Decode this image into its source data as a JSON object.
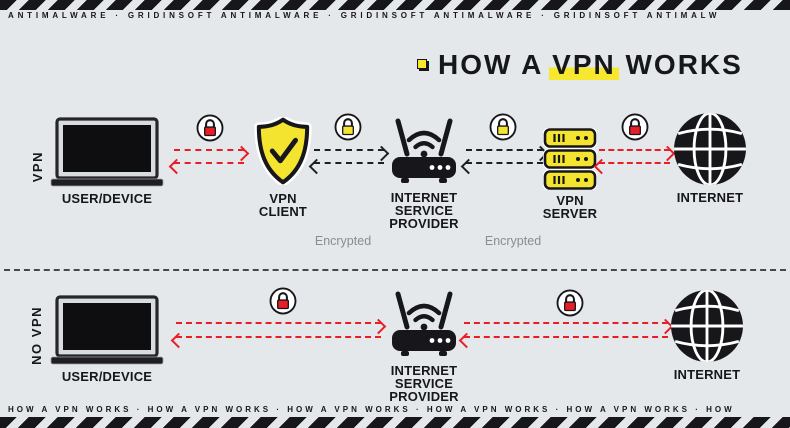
{
  "banners": {
    "top": "ANTIMALWARE · GRIDINSOFT ANTIMALWARE · GRIDINSOFT ANTIMALWARE · GRIDINSOFT ANTIMALW",
    "bottom": "HOW A VPN WORKS · HOW A VPN WORKS · HOW A VPN WORKS · HOW A VPN WORKS · HOW A VPN WORKS · HOW"
  },
  "title": {
    "pre": "HOW A ",
    "highlight": "VPN",
    "post": " WORKS"
  },
  "vpn_row": {
    "side_label": "VPN",
    "user_label": "USER/DEVICE",
    "client_label": "VPN\nCLIENT",
    "isp_label": "INTERNET\nSERVICE\nPROVIDER",
    "server_label": "VPN\nSERVER",
    "internet_label": "INTERNET",
    "encrypted_left": "Encrypted",
    "encrypted_right": "Encrypted"
  },
  "novpn_row": {
    "side_label": "NO VPN",
    "user_label": "USER/DEVICE",
    "isp_label": "INTERNET\nSERVICE\nPROVIDER",
    "internet_label": "INTERNET"
  },
  "icons": {
    "user_device": "laptop-icon",
    "vpn_client": "shield-check-icon",
    "isp": "router-wifi-icon",
    "vpn_server": "server-stack-icon",
    "internet": "globe-icon",
    "secure": "yellow-lock-icon",
    "insecure": "red-lock-icon"
  },
  "colors": {
    "background": "#e4e8eb",
    "ink": "#17171b",
    "accent_yellow": "#f7e72e",
    "alert_red": "#e81e26",
    "muted_text": "#878d92"
  }
}
